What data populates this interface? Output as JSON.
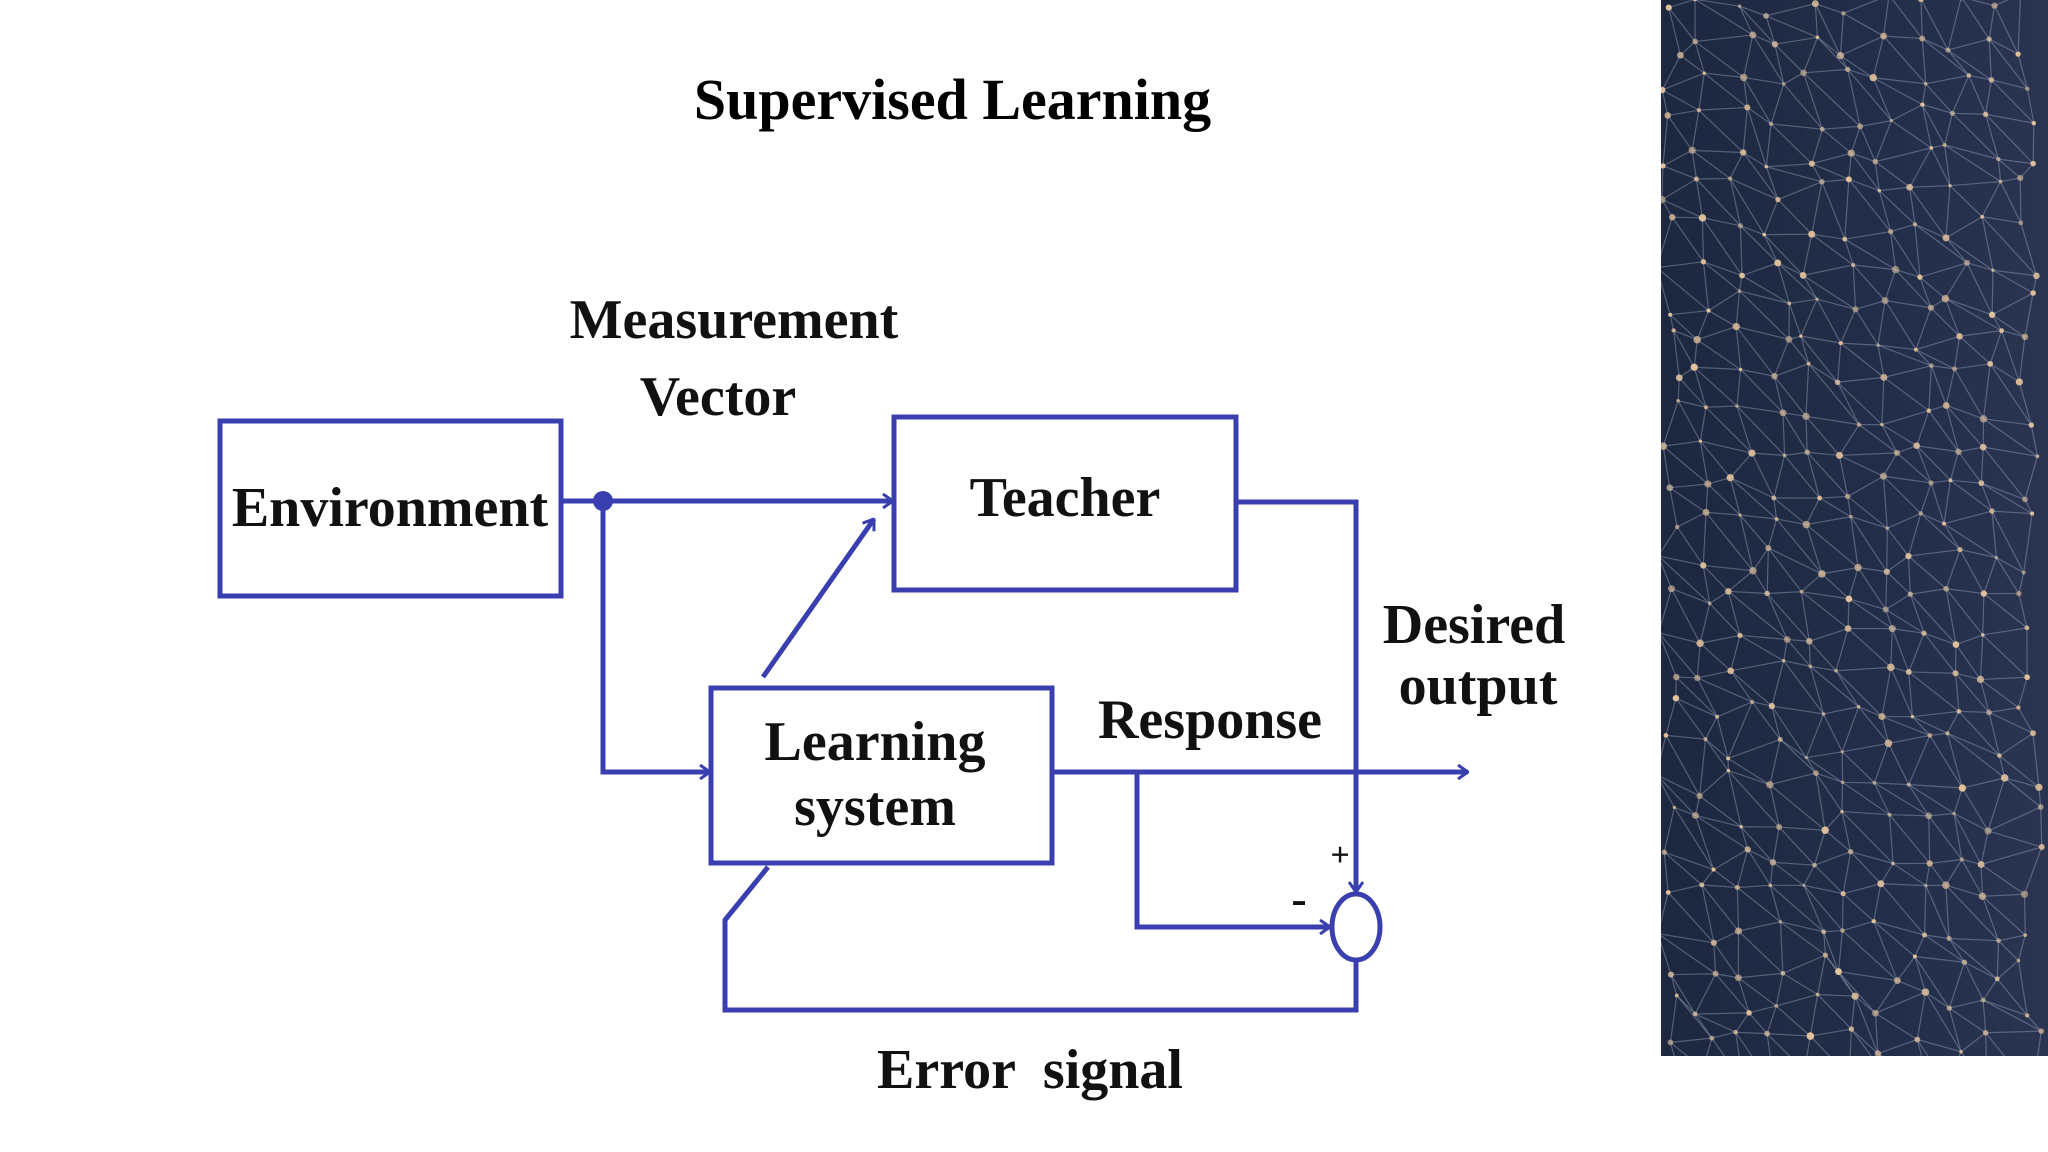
{
  "slide": {
    "title": "Supervised Learning"
  },
  "diagram": {
    "blocks": {
      "environment": "Environment",
      "teacher": "Teacher",
      "learning_system": [
        "Learning",
        "system"
      ]
    },
    "labels": {
      "measurement": [
        "Measurement",
        "Vector"
      ],
      "desired_output": [
        "Desired",
        "output"
      ],
      "response": "Response",
      "error_signal": "Error  signal",
      "plus": "+",
      "minus": "-"
    }
  },
  "colors": {
    "line": "#3a3fb0",
    "panel_bg": "#1f2a44",
    "panel_node": "#d6b38a"
  },
  "icons": {
    "side_panel": "network-mesh-image"
  }
}
